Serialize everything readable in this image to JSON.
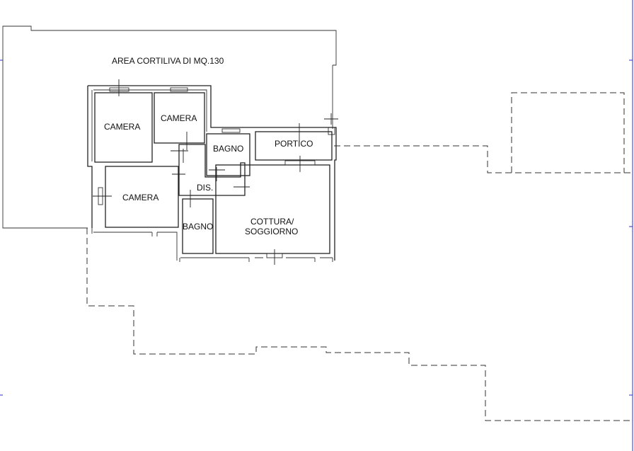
{
  "labels": {
    "area_cortiliva": "AREA CORTILIVA DI MQ.130",
    "camera_1": "CAMERA",
    "camera_2": "CAMERA",
    "camera_3": "CAMERA",
    "bagno_1": "BAGNO",
    "bagno_2": "BAGNO",
    "portico": "PORTICO",
    "dis": "DIS.",
    "cottura_line1": "COTTURA/",
    "cottura_line2": "SOGGIORNO"
  },
  "colors": {
    "lines": "#222222",
    "edge_markers": "#2b2bd6",
    "background": "#ffffff"
  }
}
